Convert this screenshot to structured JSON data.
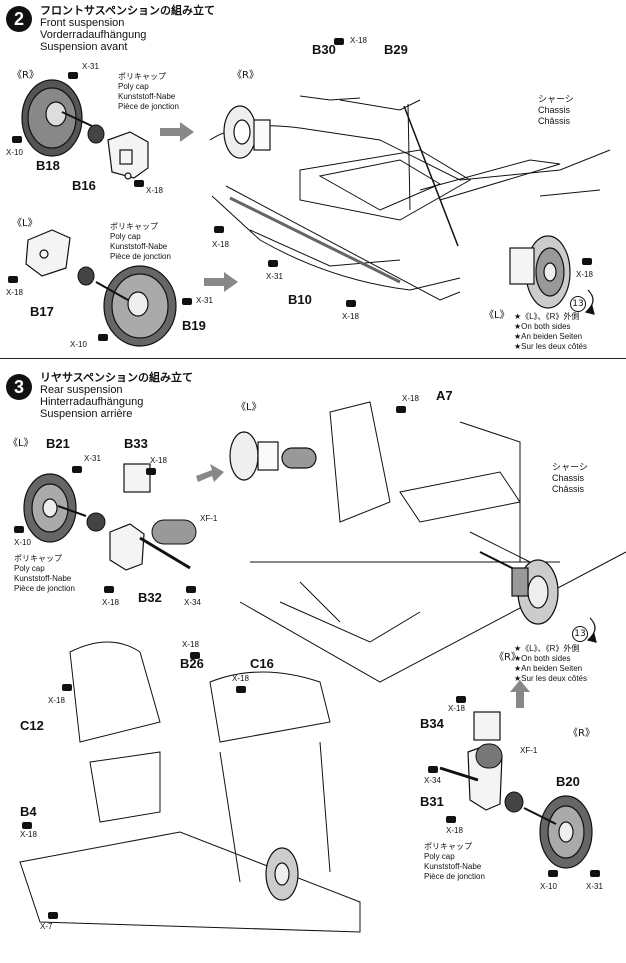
{
  "step2": {
    "number": "2",
    "title_ja": "フロントサスペンションの組み立て",
    "title_en": "Front suspension",
    "title_de": "Vorderradaufhängung",
    "title_fr": "Suspension avant",
    "side_r": "《R》",
    "side_l": "《L》",
    "polycap_r": [
      "ポリキャップ",
      "Poly cap",
      "Kunststoff-Nabe",
      "Pièce de jonction"
    ],
    "polycap_l": [
      "ポリキャップ",
      "Poly cap",
      "Kunststoff-Nabe",
      "Pièce de jonction"
    ],
    "chassis": [
      "シャーシ",
      "Chassis",
      "Châssis"
    ],
    "parts": {
      "b18": "B18",
      "b16": "B16",
      "b17": "B17",
      "b19": "B19",
      "b30": "B30",
      "b29": "B29",
      "b10": "B10"
    },
    "screws": {
      "x31a": "X-31",
      "x10a": "X-10",
      "x18a": "X-18",
      "x18top": "X-18",
      "x18b": "X-18",
      "x18c": "X-18",
      "x31b": "X-31",
      "x18d": "X-18",
      "x31c": "X-31",
      "x10b": "X-10",
      "x18e": "X-18"
    },
    "side_r2": "《L》",
    "both_sides": [
      "★《L》、《R》外側",
      "★On both sides",
      "★An beiden Seiten",
      "★Sur les deux côtés"
    ],
    "circled_num": "13"
  },
  "step3": {
    "number": "3",
    "title_ja": "リヤサスペンションの組み立て",
    "title_en": "Rear suspension",
    "title_de": "Hinterradaufhängung",
    "title_fr": "Suspension arrière",
    "side_l": "《L》",
    "side_l2": "《L》",
    "side_r": "《R》",
    "side_r2": "《R》",
    "polycap_l": [
      "ポリキャップ",
      "Poly cap",
      "Kunststoff-Nabe",
      "Pièce de jonction"
    ],
    "polycap_r": [
      "ポリキャップ",
      "Poly cap",
      "Kunststoff-Nabe",
      "Pièce de jonction"
    ],
    "chassis": [
      "シャーシ",
      "Chassis",
      "Châssis"
    ],
    "parts": {
      "b21": "B21",
      "b33": "B33",
      "b32": "B32",
      "a7": "A7",
      "b26": "B26",
      "c16": "C16",
      "c12": "C12",
      "b4": "B4",
      "b34": "B34",
      "b31": "B31",
      "b20": "B20"
    },
    "screws": {
      "x31": "X-31",
      "x18a": "X-18",
      "xf1a": "XF-1",
      "x10": "X-10",
      "x18b": "X-18",
      "x34a": "X-34",
      "x18top": "X-18",
      "x18c": "X-18",
      "x18d": "X-18",
      "x18e": "X-18",
      "x18f": "X-18",
      "x7": "X-7",
      "x18g": "X-18",
      "xf1b": "XF-1",
      "x34b": "X-34",
      "x18h": "X-18",
      "x10b": "X-10",
      "x31b": "X-31"
    },
    "both_sides": [
      "★《L》、《R》外側",
      "★On both sides",
      "★An beiden Seiten",
      "★Sur les deux côtés"
    ],
    "circled_num": "13"
  }
}
